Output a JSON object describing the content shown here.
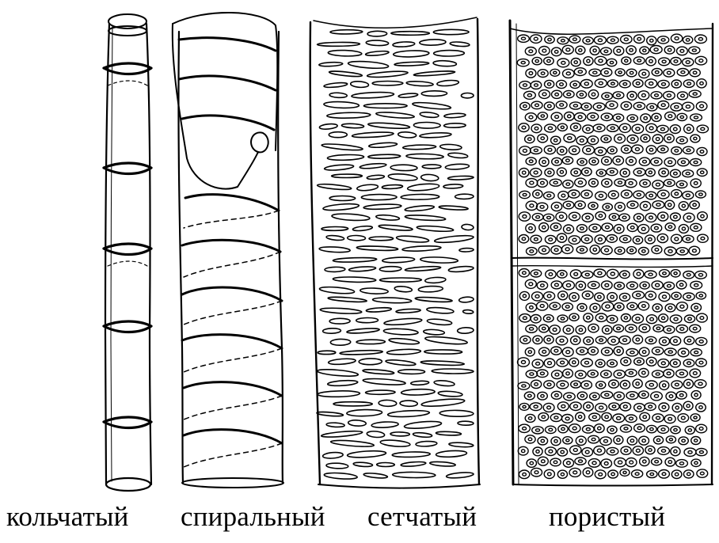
{
  "labels": {
    "ringed": "кольчатый",
    "spiral": "спиральный",
    "reticulate": "сетчатый",
    "pitted": "пористый"
  }
}
